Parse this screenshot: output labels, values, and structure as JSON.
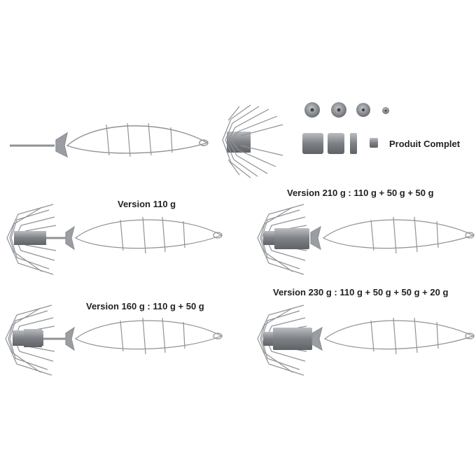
{
  "labels": {
    "produit_complet": "Produit Complet",
    "v110": "Version 110 g",
    "v160": "Version 160 g : 110 g + 50 g",
    "v210": "Version 210 g : 110 g + 50 g + 50 g",
    "v230": "Version 230 g : 110 g + 50 g + 50 g + 20 g"
  },
  "colors": {
    "metal": "#8f9296",
    "metal_dark": "#6e7175",
    "metal_light": "#b9bcc0"
  }
}
